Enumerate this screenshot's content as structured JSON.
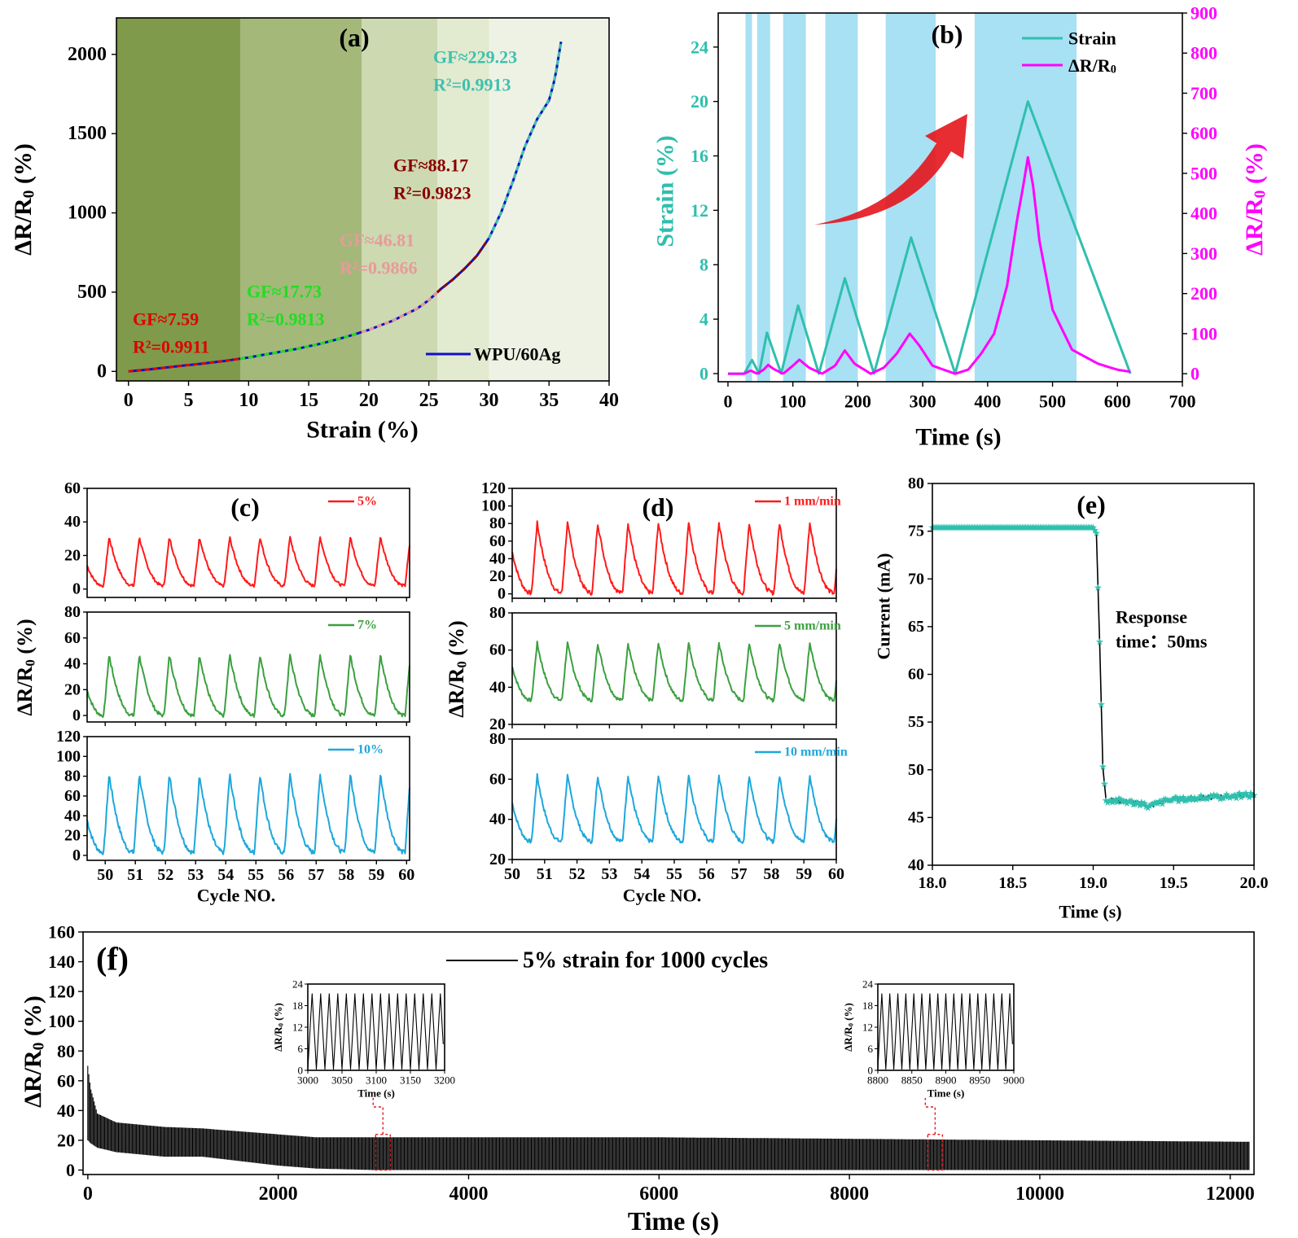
{
  "chart_data": [
    {
      "panel": "a",
      "type": "line",
      "panel_label": "(a)",
      "xlabel": "Strain (%)",
      "ylabel": "ΔR/R0 (%)",
      "xlim": [
        -1,
        40
      ],
      "ylim": [
        -60,
        2230
      ],
      "xticks": [
        0,
        5,
        10,
        15,
        20,
        25,
        30,
        35,
        40
      ],
      "yticks": [
        0,
        500,
        1000,
        1500,
        2000
      ],
      "regions": [
        {
          "from": -1,
          "to": 9.3,
          "color": "#7f9a4a"
        },
        {
          "from": 9.3,
          "to": 19.4,
          "color": "#a4b87a"
        },
        {
          "from": 19.4,
          "to": 25.7,
          "color": "#cdd9b1"
        },
        {
          "from": 25.7,
          "to": 30.0,
          "color": "#e2eacf"
        },
        {
          "from": 30.0,
          "to": 40,
          "color": "#eef2e4"
        }
      ],
      "series": [
        {
          "name": "WPU/60Ag",
          "color": "#1010c8",
          "x": [
            0,
            2,
            4,
            6,
            8,
            10,
            12,
            14,
            16,
            18,
            20,
            22,
            24,
            25,
            26,
            27,
            28,
            29,
            30,
            31,
            32,
            33,
            34,
            35,
            35.5,
            36
          ],
          "y": [
            0,
            15,
            32,
            48,
            66,
            88,
            115,
            142,
            175,
            215,
            262,
            320,
            395,
            450,
            520,
            580,
            650,
            730,
            840,
            1000,
            1200,
            1420,
            1590,
            1710,
            1850,
            2080
          ]
        }
      ],
      "fits": [
        {
          "label": "GF≈7.59",
          "r2": "R²=0.9911",
          "color": "#e00000",
          "x": [
            0,
            9.3
          ]
        },
        {
          "label": "GF≈17.73",
          "r2": "R²=0.9813",
          "color": "#22dd22",
          "x": [
            9.3,
            19.4
          ]
        },
        {
          "label": "GF≈46.81",
          "r2": "R²=0.9866",
          "color": "#e89a9a",
          "x": [
            19.4,
            25.7
          ]
        },
        {
          "label": "GF≈88.17",
          "r2": "R²=0.9823",
          "color": "#8a0000",
          "x": [
            25.7,
            30.0
          ]
        },
        {
          "label": "GF≈229.23",
          "r2": "R²=0.9913",
          "color": "#3ec0b0",
          "x": [
            30.0,
            36
          ]
        }
      ]
    },
    {
      "panel": "b",
      "type": "line",
      "panel_label": "(b)",
      "xlabel": "Time (s)",
      "ylabel_left": "Strain (%)",
      "ylabel_right": "ΔR/R0 (%)",
      "xlim": [
        -15,
        700
      ],
      "ylim_left": [
        -0.6,
        26.5
      ],
      "ylim_right": [
        -20,
        900
      ],
      "xticks": [
        0,
        100,
        200,
        300,
        400,
        500,
        600,
        700
      ],
      "yticks_left": [
        0,
        4,
        8,
        12,
        16,
        20,
        24
      ],
      "yticks_right": [
        0,
        100,
        200,
        300,
        400,
        500,
        600,
        700,
        800,
        900
      ],
      "shaded_bands": [
        [
          27,
          37
        ],
        [
          45,
          65
        ],
        [
          85,
          120
        ],
        [
          150,
          200
        ],
        [
          243,
          320
        ],
        [
          380,
          537
        ]
      ],
      "series": [
        {
          "name": "Strain",
          "color": "#2fbfae",
          "axis": "left",
          "x": [
            0,
            25,
            37,
            48,
            60,
            82,
            108,
            140,
            180,
            225,
            282,
            350,
            462,
            620
          ],
          "y": [
            0,
            0,
            1,
            0,
            3,
            0,
            5,
            0,
            7,
            0,
            10,
            0,
            20,
            0
          ]
        },
        {
          "name": "ΔR/R0",
          "color": "#ff00ff",
          "axis": "right",
          "x": [
            0,
            25,
            35,
            45,
            55,
            62,
            70,
            85,
            100,
            110,
            125,
            145,
            165,
            180,
            195,
            220,
            240,
            260,
            280,
            295,
            315,
            350,
            370,
            390,
            410,
            430,
            445,
            455,
            462,
            470,
            480,
            500,
            530,
            570,
            600,
            620
          ],
          "y": [
            0,
            0,
            8,
            0,
            10,
            22,
            12,
            0,
            20,
            35,
            15,
            0,
            20,
            58,
            25,
            0,
            15,
            50,
            100,
            70,
            20,
            0,
            10,
            50,
            100,
            220,
            380,
            470,
            540,
            470,
            330,
            160,
            60,
            25,
            10,
            5
          ]
        }
      ]
    },
    {
      "panel": "c",
      "type": "line",
      "panel_label": "(c)",
      "xlabel": "Cycle NO.",
      "ylabel": "ΔR/R0 (%)",
      "xlim": [
        49.4,
        60.1
      ],
      "xticks": [
        50,
        51,
        52,
        53,
        54,
        55,
        56,
        57,
        58,
        59,
        60
      ],
      "subplots": [
        {
          "name": "5%",
          "color": "#ff1a1a",
          "ylim": [
            -5,
            60
          ],
          "yticks": [
            0,
            20,
            40,
            60
          ],
          "peak": 31,
          "base": 2
        },
        {
          "name": "7%",
          "color": "#3ca040",
          "ylim": [
            -5,
            80
          ],
          "yticks": [
            0,
            20,
            40,
            60,
            80
          ],
          "peak": 47,
          "base": 0
        },
        {
          "name": "10%",
          "color": "#1ea7dc",
          "ylim": [
            -5,
            120
          ],
          "yticks": [
            0,
            20,
            40,
            60,
            80,
            100,
            120
          ],
          "peak": 82,
          "base": 3
        }
      ]
    },
    {
      "panel": "d",
      "type": "line",
      "panel_label": "(d)",
      "xlabel": "Cycle NO.",
      "ylabel": "ΔR/R0 (%)",
      "xlim": [
        50,
        60
      ],
      "xticks": [
        50,
        51,
        52,
        53,
        54,
        55,
        56,
        57,
        58,
        59,
        60
      ],
      "subplots": [
        {
          "name": "1 mm/min",
          "color": "#ff1a1a",
          "ylim": [
            -5,
            120
          ],
          "yticks": [
            0,
            20,
            40,
            60,
            80,
            100,
            120
          ],
          "peak": 81,
          "base": 1
        },
        {
          "name": "5 mm/min",
          "color": "#3ca040",
          "ylim": [
            20,
            80
          ],
          "yticks": [
            20,
            40,
            60,
            80
          ],
          "peak": 64,
          "base": 33
        },
        {
          "name": "10 mm/min",
          "color": "#1ea7dc",
          "ylim": [
            20,
            80
          ],
          "yticks": [
            20,
            40,
            60,
            80
          ],
          "peak": 62,
          "base": 29
        }
      ]
    },
    {
      "panel": "e",
      "type": "line",
      "panel_label": "(e)",
      "xlabel": "Time (s)",
      "ylabel": "Current (mA)",
      "xlim": [
        18.0,
        20.0
      ],
      "ylim": [
        40,
        80
      ],
      "xticks": [
        "18.0",
        "18.5",
        "19.0",
        "19.5",
        "20.0"
      ],
      "yticks": [
        40,
        45,
        50,
        55,
        60,
        65,
        70,
        75,
        80
      ],
      "annotation": [
        "Response",
        "time：50ms"
      ],
      "series": [
        {
          "name": "current",
          "color": "#2fbfae",
          "x": [
            18.0,
            18.5,
            19.0,
            19.02,
            19.04,
            19.06,
            19.08,
            19.15,
            19.25,
            19.35,
            19.45,
            19.6,
            19.8,
            20.0
          ],
          "y": [
            75.4,
            75.4,
            75.4,
            74.8,
            63.4,
            50.3,
            46.8,
            46.8,
            46.6,
            46.2,
            46.8,
            47.0,
            47.2,
            47.4
          ]
        }
      ]
    },
    {
      "panel": "f",
      "type": "line",
      "panel_label": "(f)",
      "xlabel": "Time (s)",
      "ylabel": "ΔR/R0 (%)",
      "xlim": [
        -50,
        12250
      ],
      "ylim": [
        -3,
        160
      ],
      "xticks": [
        0,
        2000,
        4000,
        6000,
        8000,
        10000,
        12000
      ],
      "yticks": [
        0,
        20,
        40,
        60,
        80,
        100,
        120,
        140,
        160
      ],
      "legend": "5% strain for 1000 cycles",
      "envelope": {
        "x": [
          0,
          30,
          100,
          300,
          800,
          1200,
          1600,
          2000,
          2400,
          3000,
          4000,
          6000,
          8000,
          10000,
          12200
        ],
        "upper": [
          70,
          55,
          38,
          32,
          29,
          28,
          26,
          24,
          22,
          22,
          22,
          22,
          21,
          20,
          19
        ],
        "lower": [
          20,
          18,
          15,
          12,
          9,
          9,
          6,
          3,
          1,
          0,
          0,
          0,
          0,
          0,
          0
        ]
      },
      "insets": [
        {
          "xlim": [
            3000,
            3200
          ],
          "ylim": [
            0,
            24
          ],
          "xticks": [
            3000,
            3050,
            3100,
            3150,
            3200
          ],
          "yticks": [
            0,
            6,
            12,
            18,
            24
          ],
          "xlabel": "Time (s)",
          "ylabel": "ΔR/R0 (%)",
          "peak": 21,
          "cycles": 16
        },
        {
          "xlim": [
            8800,
            9000
          ],
          "ylim": [
            0,
            24
          ],
          "xticks": [
            8800,
            8850,
            8900,
            8950,
            9000
          ],
          "yticks": [
            0,
            6,
            12,
            18,
            24
          ],
          "xlabel": "Time (s)",
          "ylabel": "ΔR/R0 (%)",
          "peak": 21,
          "cycles": 17
        }
      ]
    }
  ]
}
